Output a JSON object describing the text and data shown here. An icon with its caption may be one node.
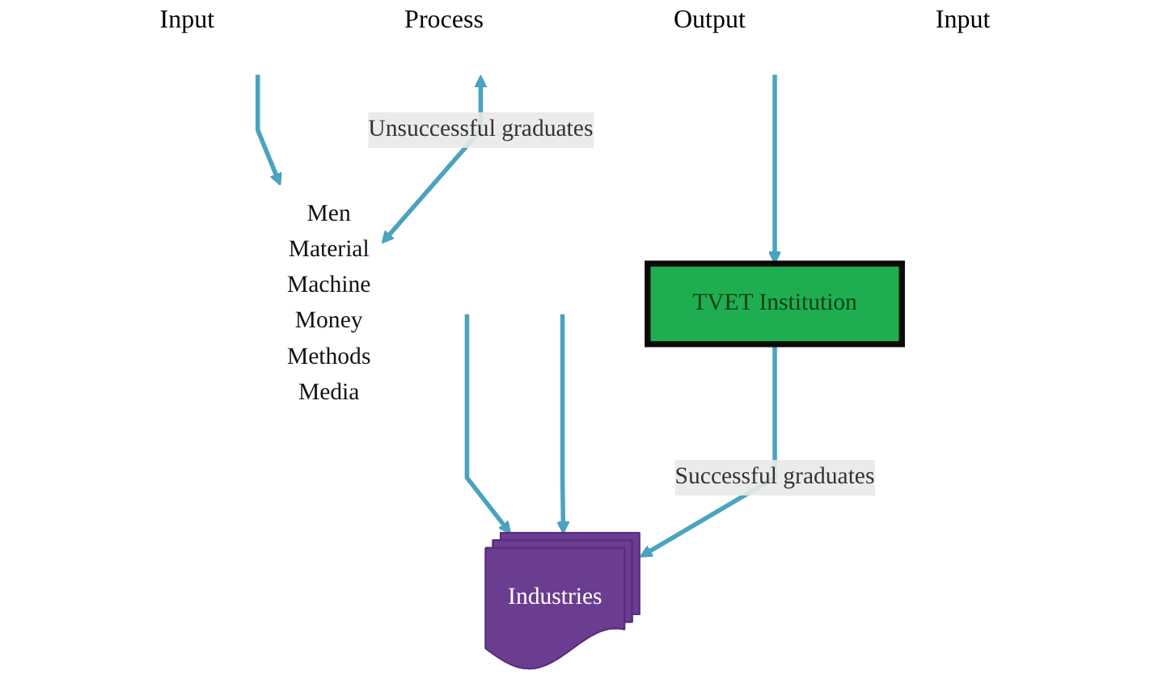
{
  "diagram": {
    "nodes": [
      {
        "text": [
          "Men",
          "Material",
          "Machine",
          "Money",
          "Methods",
          "Media"
        ]
      },
      {
        "text": [
          "TVET Institution"
        ]
      },
      {
        "text": [
          "Industries"
        ]
      }
    ],
    "edges": [
      {
        "from": null,
        "to": 0,
        "arrow": "to"
      },
      {
        "from": null,
        "to": 1,
        "arrow": "to"
      },
      {
        "from": null,
        "to": 2,
        "arrow": "to"
      },
      {
        "from": null,
        "to": 2,
        "arrow": "to"
      },
      {
        "from": 1,
        "to": 2,
        "arrow": "to",
        "label": "Successful graduates"
      },
      {
        "from": null,
        "to": 0,
        "arrow": "both",
        "label": "Unsuccessful graduates"
      }
    ],
    "labels": [
      "Input",
      "Process",
      "Output",
      "Input"
    ]
  }
}
